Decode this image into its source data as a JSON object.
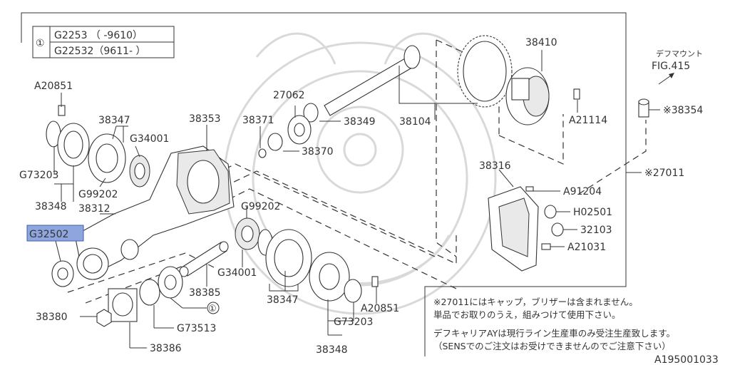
{
  "legend": {
    "symbol": "①",
    "rows": [
      "G2253 （ -9610）",
      "G22532（9611- ）"
    ]
  },
  "figure_ref": {
    "line1": "デフマウント",
    "line2": "FIG.415"
  },
  "labels": {
    "a20851_top": "A20851",
    "p38347_top": "38347",
    "g34001_top": "G34001",
    "g73203_left": "G73203",
    "g99202_left": "G99202",
    "p38348_left": "38348",
    "p38312": "38312",
    "g32502": "G32502",
    "p38353": "38353",
    "p38371": "38371",
    "p38370": "38370",
    "p27062": "27062",
    "p38349": "38349",
    "p38104": "38104",
    "p38410": "38410",
    "a21114": "A21114",
    "p38354": "※38354",
    "p27011": "※27011",
    "p38316": "38316",
    "a91204": "A91204",
    "h02501": "H02501",
    "p32103": "32103",
    "a21031": "A21031",
    "g99202_mid": "G99202",
    "g34001_mid": "G34001",
    "p38385": "38385",
    "p38347_bottom": "38347",
    "a20851_bottom": "A20851",
    "g73203_bottom": "G73203",
    "p38348_bottom": "38348",
    "p38380": "38380",
    "g73513": "G73513",
    "p38386": "38386",
    "ref_circle": "①",
    "drawing_no": "A195001033"
  },
  "notes": [
    "※27011にはキャップ，ブリザーは含まれません。",
    "単品でお取りのうえ，組みつけて使用下さい。",
    "デフキャリアAYは現行ライン生産車のみ受注生産致します。",
    "（SENSでのご注文はお受けできませんのでご注意下さい）"
  ],
  "colors": {
    "highlight": "#8ea6dd",
    "line": "#333333",
    "watermark": "#d9d9d9"
  }
}
